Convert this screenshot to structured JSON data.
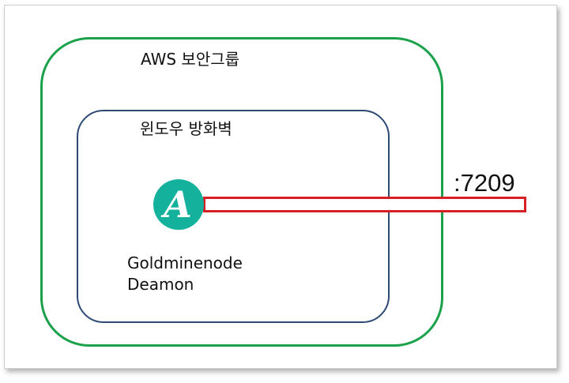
{
  "diagram": {
    "outer_group": {
      "label": "AWS 보안그룹",
      "border_color": "#1aa14a"
    },
    "inner_group": {
      "label": "윈도우 방화벽",
      "border_color": "#2c4a74"
    },
    "node": {
      "logo_letter": "A",
      "logo_color": "#14b29c",
      "label_lines": [
        "Goldminenode",
        "Deamon"
      ]
    },
    "port": {
      "label": ":7209",
      "bar_color": "#d81f26"
    }
  }
}
